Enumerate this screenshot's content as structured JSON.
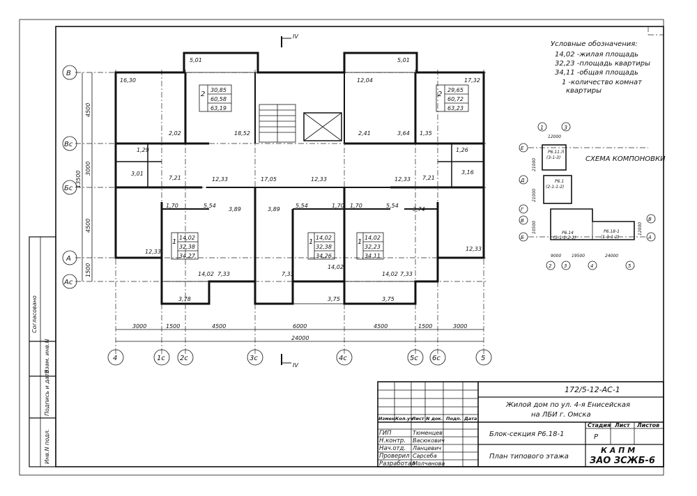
{
  "drawing": {
    "doc_code": "172/5-12-АС-1",
    "title_line1": "Жилой дом по ул. 4-я Енисейская",
    "title_line2": "на ЛБИ г. Омска",
    "section": "Блок-секция Р6.18-1",
    "sheet_name": "План типового этажа",
    "stage_header": "Стадия",
    "sheet_header": "Лист",
    "sheets_header": "Листов",
    "stage_value": "Р",
    "company_line1": "К А П М",
    "company_line2": "ЗАО ЗСЖБ-6",
    "stamp_cols": [
      "Измен",
      "Кол.уч",
      "Лист",
      "N док.",
      "Подп.",
      "Дата"
    ],
    "roles": [
      {
        "role": "ГИП",
        "name": "Тюменцев"
      },
      {
        "role": "Н.контр.",
        "name": "Васюкович"
      },
      {
        "role": "Нач.отд.",
        "name": "Ланцевич"
      },
      {
        "role": "Проверил",
        "name": "Сарсеба"
      },
      {
        "role": "Разработал",
        "name": "Молчанова"
      }
    ],
    "side_labels": [
      "Согласовано",
      "Взам. инв.N",
      "Подпись и дата",
      "Инв.N подл."
    ]
  },
  "legend": {
    "title": "Условные обозначения:",
    "items": [
      "14,02 -жилая площадь",
      "32,23 -площадь квартиры",
      "34,11 -общая площадь",
      "1 -количество комнат",
      "квартиры"
    ]
  },
  "scheme": {
    "title": "СХЕМА КОМПОНОВКИ",
    "top_dim": "12000",
    "bottom_dims": [
      "9000",
      "19500",
      "24000"
    ],
    "left_dims": [
      "21000",
      "21000",
      "10500"
    ],
    "right_dim": "12000",
    "block_labels": [
      "Р6.11.Л",
      "(3-1-3)",
      "Р6.1",
      "(2-1-1-2)",
      "Р6.14",
      "(3-1-1-2-1)",
      "Р6.18-1",
      "(1-1-1-2)"
    ],
    "axes_top": [
      "1",
      "3"
    ],
    "axes_left": [
      "Е",
      "Д",
      "Г",
      "В",
      "Б"
    ],
    "axes_right": [
      "В",
      "А"
    ],
    "axes_bottom": [
      "2",
      "3",
      "4",
      "5"
    ]
  },
  "plan": {
    "section_mark": "IV",
    "rows": [
      "В",
      "Вс",
      "Бс",
      "А",
      "Ас"
    ],
    "row_dims": [
      "4500",
      "3000",
      "4500",
      "1500"
    ],
    "row_total": "13500",
    "cols": [
      "4",
      "1с",
      "2с",
      "3с",
      "4с",
      "5с",
      "6с",
      "5"
    ],
    "col_dims": [
      "3000",
      "1500",
      "4500",
      "6000",
      "4500",
      "1500",
      "3000"
    ],
    "col_total": "24000",
    "apartments": [
      {
        "rooms": "2",
        "living": "30,85",
        "area": "60,58",
        "total": "63,19"
      },
      {
        "rooms": "2",
        "living": "29,65",
        "area": "60,72",
        "total": "63,23"
      },
      {
        "rooms": "1",
        "living": "14,02",
        "area": "32,38",
        "total": "34,27"
      },
      {
        "rooms": "1",
        "living": "14,02",
        "area": "32,38",
        "total": "34,26"
      },
      {
        "rooms": "1",
        "living": "14,02",
        "area": "32,23",
        "total": "34,11"
      }
    ],
    "room_areas": [
      "5,01",
      "5,01",
      "16,30",
      "18,52",
      "2,02",
      "12,04",
      "17,32",
      "2,41",
      "3,64",
      "1,35",
      "1,29",
      "3,01",
      "7,21",
      "12,33",
      "17,05",
      "12,33",
      "12,33",
      "7,21",
      "1,26",
      "3,16",
      "1,70",
      "5,54",
      "3,89",
      "3,89",
      "5,54",
      "1,70",
      "1,70",
      "5,54",
      "3,74",
      "12,33",
      "12,33",
      "14,02",
      "7,33",
      "7,33",
      "14,02",
      "14,02",
      "7,33",
      "3,78",
      "3,75",
      "3,75"
    ]
  }
}
